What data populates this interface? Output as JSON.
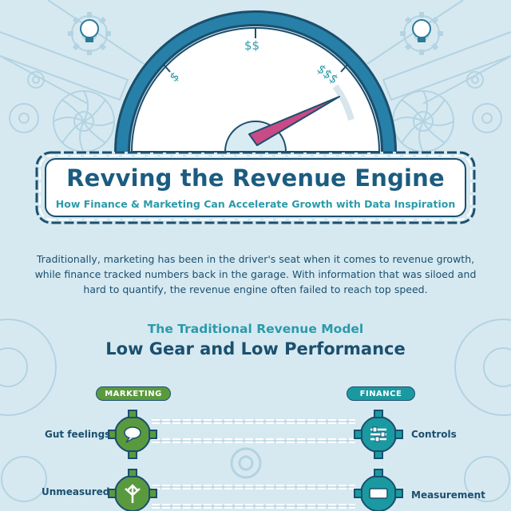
{
  "gauge": {
    "label_low": "$",
    "label_mid": "$$",
    "label_high": "$$$"
  },
  "header": {
    "title": "Revving the Revenue Engine",
    "subtitle": "How Finance & Marketing Can Accelerate Growth with Data Inspiration"
  },
  "intro": {
    "text": "Traditionally, marketing has been in the driver's seat when it comes to revenue growth, while finance tracked numbers back in the garage. With information that was siloed and hard to quantify, the revenue engine often failed to reach top speed."
  },
  "section": {
    "kicker": "The Traditional Revenue Model",
    "title": "Low Gear and Low Performance"
  },
  "columns": {
    "marketing_label": "MARKETING",
    "finance_label": "FINANCE"
  },
  "rows": [
    {
      "marketing": "Gut feelings",
      "finance": "Controls"
    },
    {
      "marketing": "Unmeasured",
      "finance": "Measurement"
    }
  ],
  "colors": {
    "background": "#d6e9f1",
    "navy": "#1b4f6e",
    "teal": "#1a9aa0",
    "green": "#5a9a3e",
    "needle": "#c94a86"
  }
}
